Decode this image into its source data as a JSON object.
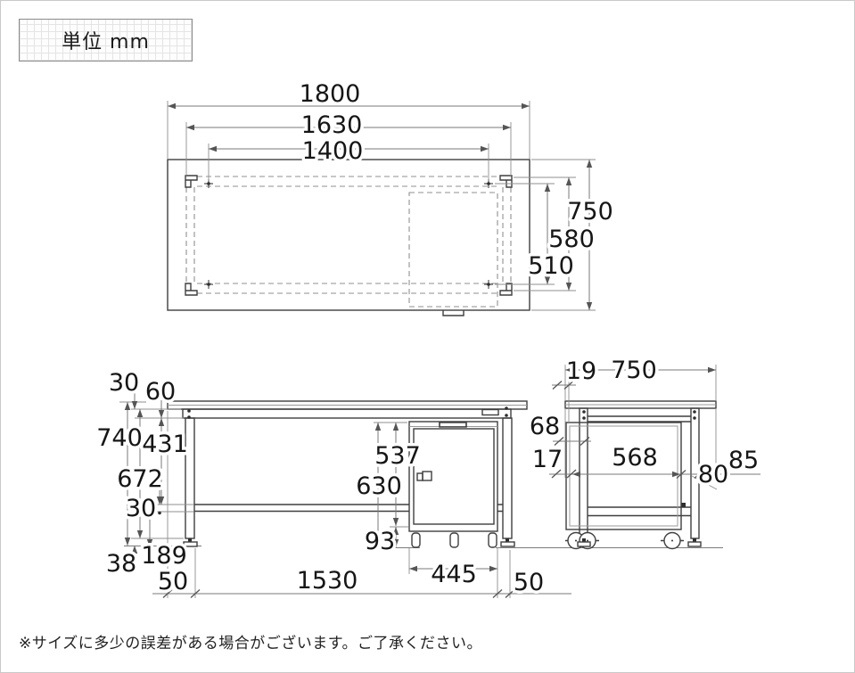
{
  "unit_box": {
    "label": "単位 mm"
  },
  "note": "※サイズに多少の誤差がある場合がございます。ご了承ください。",
  "top_view": {
    "width": "1800",
    "frame_width": "1630",
    "bolt_pitch": "1400",
    "depth": "750",
    "frame_depth": "580",
    "bolt_depth": "510"
  },
  "front_view": {
    "top_thickness": "30",
    "apron_height": "60",
    "total_height": "740",
    "under_clearance": "431",
    "shelf_clearance": "672",
    "shelf_thickness": "30",
    "adjuster_height": "38",
    "shelf_to_floor": "189",
    "left_inset": "50",
    "cabinet_height": "537",
    "cabinet_to_floor": "630",
    "caster_height": "93",
    "leg_span": "1530",
    "cabinet_width": "445",
    "right_inset": "50"
  },
  "side_view": {
    "front_gap": "19",
    "depth": "750",
    "top_gap": "68",
    "edge_gap": "17",
    "cabinet_depth": "568",
    "back_gap": "80",
    "back_inset": "85"
  }
}
